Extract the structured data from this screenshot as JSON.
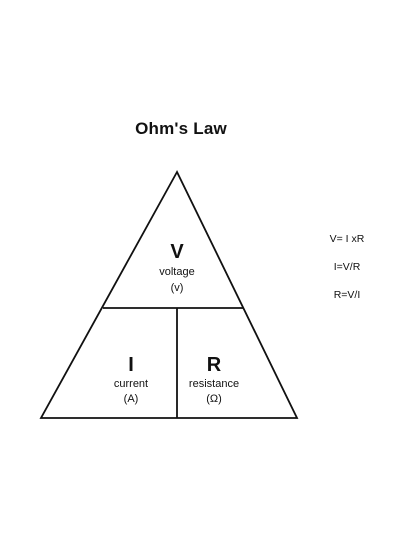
{
  "title": "Ohm's Law",
  "triangle": {
    "top": {
      "symbol": "V",
      "name": "voltage",
      "unit": "(v)"
    },
    "bottom_left": {
      "symbol": "I",
      "name": "current",
      "unit": "(A)"
    },
    "bottom_right": {
      "symbol": "R",
      "name": "resistance",
      "unit": "(Ω)"
    }
  },
  "formulas": [
    "V= I xR",
    "I=V/R",
    "R=V/I"
  ],
  "colors": {
    "ink": "#111111",
    "background": "#ffffff"
  }
}
